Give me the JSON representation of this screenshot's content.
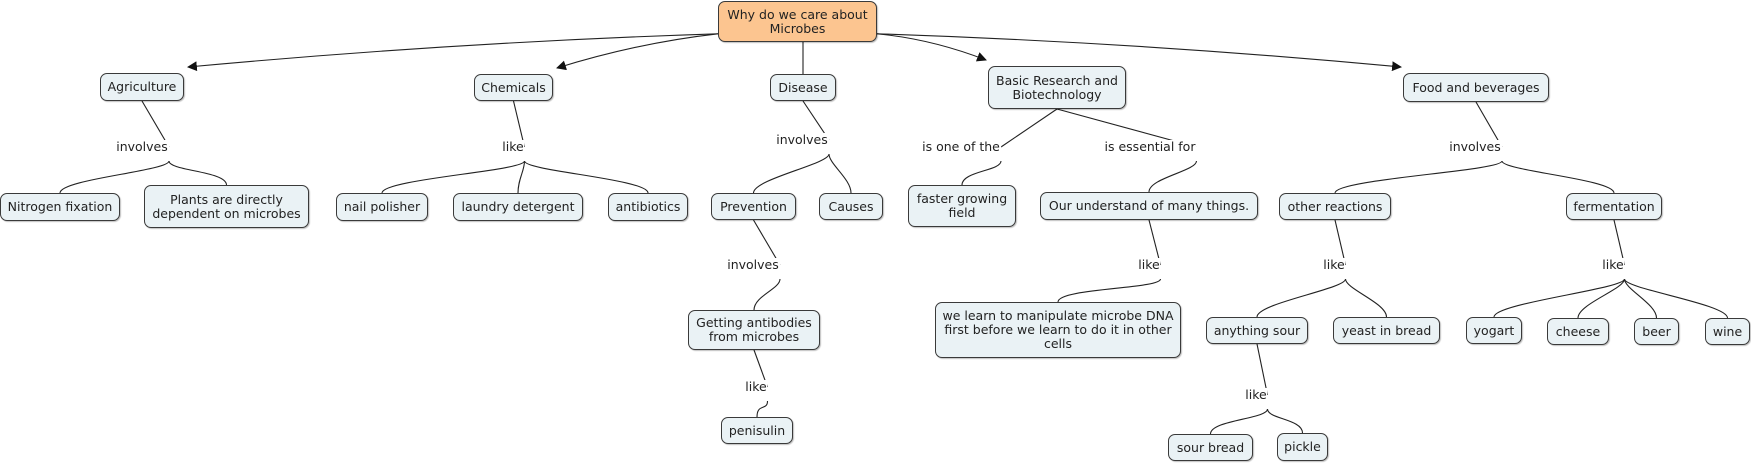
{
  "colors": {
    "root_fill": "#fcc590",
    "node_fill": "#eaf2f5",
    "line": "#222222",
    "background": "#ffffff"
  },
  "concepts": {
    "root": "Why do we care about\nMicrobes",
    "agriculture": "Agriculture",
    "chemicals": "Chemicals",
    "disease": "Disease",
    "basic_research": "Basic Research and\nBiotechnology",
    "food": "Food and beverages",
    "nitrogen": "Nitrogen fixation",
    "plants": "Plants are directly\ndependent on microbes",
    "nail": "nail polisher",
    "laundry": "laundry detergent",
    "antibiotics": "antibiotics",
    "prevention": "Prevention",
    "causes": "Causes",
    "faster": "faster growing\nfield",
    "understand": "Our understand of many things.",
    "other_reactions": "other reactions",
    "fermentation": "fermentation",
    "antibodies": "Getting antibodies\nfrom microbes",
    "manipulate": "we learn to manipulate microbe DNA\nfirst before we learn to do it in other\ncells",
    "anything_sour": "anything sour",
    "yeast": "yeast in bread",
    "yogart": "yogart",
    "cheese": "cheese",
    "beer": "beer",
    "wine": "wine",
    "penisulin": "penisulin",
    "sour_bread": "sour bread",
    "pickle": "pickle"
  },
  "linking_phrases": {
    "agri_involves": "involves",
    "chem_like": "like",
    "disease_involves": "involves",
    "is_one_of": "is one of the",
    "is_essential": "is essential for",
    "food_involves": "involves",
    "prevention_involves": "involves",
    "understand_like": "like",
    "other_like": "like",
    "ferm_like": "like",
    "antibodies_like": "like",
    "sour_like": "like"
  },
  "propositions": [
    [
      "root",
      "agriculture"
    ],
    [
      "root",
      "chemicals"
    ],
    [
      "root",
      "disease"
    ],
    [
      "root",
      "basic_research"
    ],
    [
      "root",
      "food"
    ],
    [
      "agriculture",
      "agri_involves",
      "nitrogen"
    ],
    [
      "agriculture",
      "agri_involves",
      "plants"
    ],
    [
      "chemicals",
      "chem_like",
      "nail"
    ],
    [
      "chemicals",
      "chem_like",
      "laundry"
    ],
    [
      "chemicals",
      "chem_like",
      "antibiotics"
    ],
    [
      "disease",
      "disease_involves",
      "prevention"
    ],
    [
      "disease",
      "disease_involves",
      "causes"
    ],
    [
      "basic_research",
      "is_one_of",
      "faster"
    ],
    [
      "basic_research",
      "is_essential",
      "understand"
    ],
    [
      "food",
      "food_involves",
      "other_reactions"
    ],
    [
      "food",
      "food_involves",
      "fermentation"
    ],
    [
      "prevention",
      "prevention_involves",
      "antibodies"
    ],
    [
      "understand",
      "understand_like",
      "manipulate"
    ],
    [
      "other_reactions",
      "other_like",
      "anything_sour"
    ],
    [
      "other_reactions",
      "other_like",
      "yeast"
    ],
    [
      "fermentation",
      "ferm_like",
      "yogart"
    ],
    [
      "fermentation",
      "ferm_like",
      "cheese"
    ],
    [
      "fermentation",
      "ferm_like",
      "beer"
    ],
    [
      "fermentation",
      "ferm_like",
      "wine"
    ],
    [
      "antibodies",
      "antibodies_like",
      "penisulin"
    ],
    [
      "anything_sour",
      "sour_like",
      "sour_bread"
    ],
    [
      "anything_sour",
      "sour_like",
      "pickle"
    ]
  ]
}
